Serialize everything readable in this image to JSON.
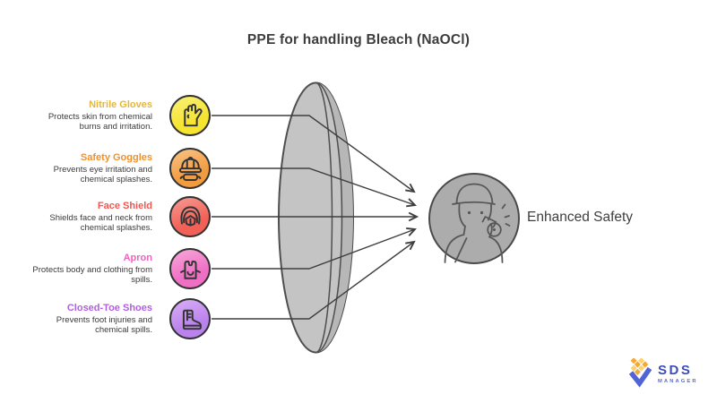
{
  "title": "PPE for handling Bleach (NaOCl)",
  "items": [
    {
      "label": "Nitrile Gloves",
      "description": "Protects skin from chemical burns and irritation.",
      "icon": "glove-icon",
      "label_color": "#E5B63C",
      "circle_fill": "#F5E430"
    },
    {
      "label": "Safety Goggles",
      "description": "Prevents eye irritation and chemical splashes.",
      "icon": "hard-hat-goggles-icon",
      "label_color": "#F0912F",
      "circle_fill": "#F29C40"
    },
    {
      "label": "Face Shield",
      "description": "Shields face and neck from chemical splashes.",
      "icon": "face-shield-icon",
      "label_color": "#F25750",
      "circle_fill": "#F26157"
    },
    {
      "label": "Apron",
      "description": "Protects body and clothing from spills.",
      "icon": "apron-icon",
      "label_color": "#EF63BE",
      "circle_fill": "#EF6FC4"
    },
    {
      "label": "Closed-Toe Shoes",
      "description": "Prevents foot injuries and chemical spills.",
      "icon": "boot-icon",
      "label_color": "#B15FE0",
      "circle_fill": "#BA82EC"
    }
  ],
  "funnel": {
    "shape": "lens",
    "fill": "#C4C4C4",
    "stroke": "#4F4F4F"
  },
  "connectors": {
    "count": 5,
    "color": "#3F3F3F",
    "arrowheads": true
  },
  "result": {
    "label": "Enhanced Safety",
    "icon": "safety-officer-whistle-icon",
    "circle_fill": "#ACACAC",
    "circle_stroke": "#4A4A4A"
  },
  "logo": {
    "title": "SDS",
    "subtitle": "MANAGER",
    "title_color": "#3D4DB7",
    "subtitle_color": "#5E6CC5",
    "diamond_colors": [
      "#F5A833",
      "#FBD46F"
    ],
    "check_color": "#5263D5"
  },
  "colors": {
    "background": "#FFFFFF",
    "title_text": "#3C3C3C",
    "description_text": "#3B3B3B",
    "icon_outline": "#333333"
  }
}
